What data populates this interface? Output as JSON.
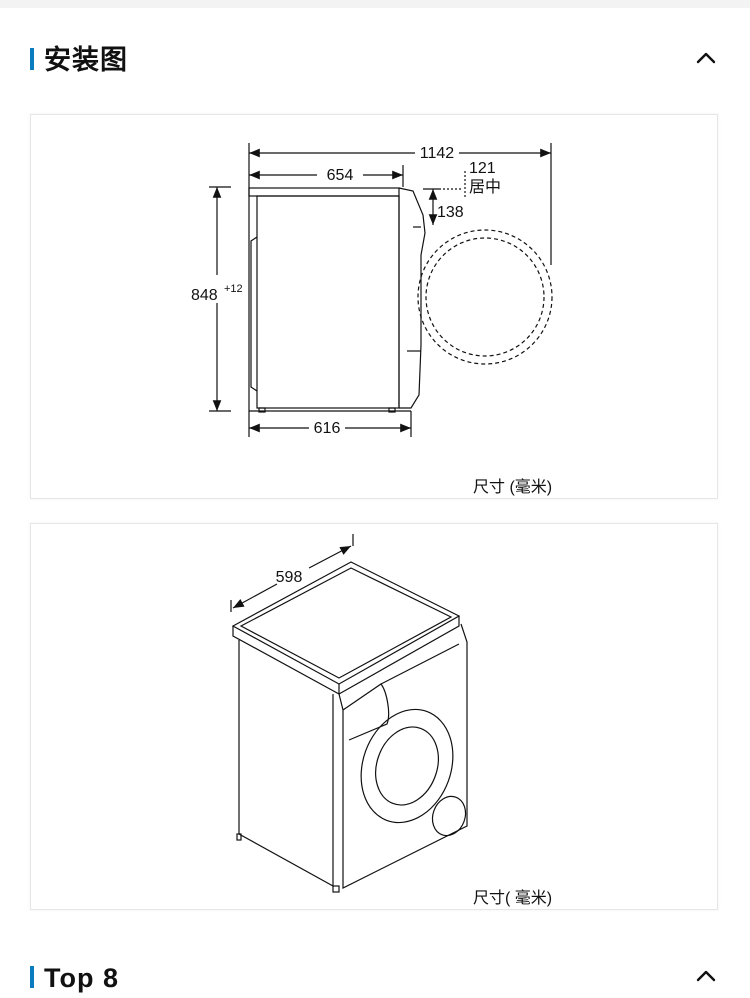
{
  "section1": {
    "title": "安装图"
  },
  "section2": {
    "title": "Top 8"
  },
  "side_view": {
    "width_total": "1142",
    "depth_top": "654",
    "door_offset": "121",
    "door_offset_note": "居中",
    "door_depth": "138",
    "height": "848",
    "height_tolerance": "+12",
    "depth_base": "616",
    "units": "尺寸 (毫米)"
  },
  "perspective_view": {
    "width": "598",
    "units": "尺寸( 毫米)"
  },
  "colors": {
    "accent": "#0a7bbf",
    "line": "#111111"
  }
}
